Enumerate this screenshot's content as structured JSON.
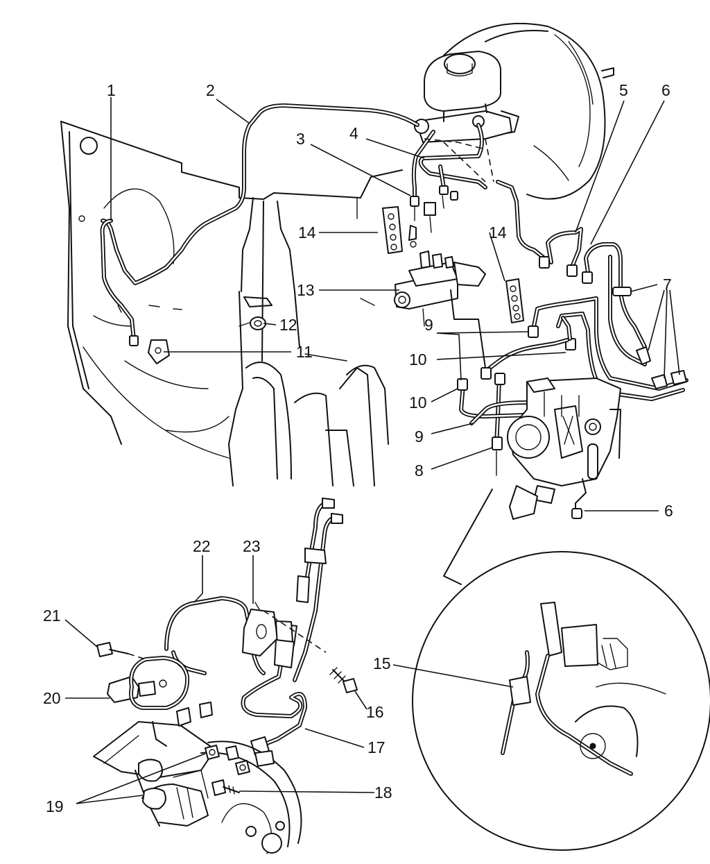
{
  "callouts": {
    "c1": "1",
    "c2": "2",
    "c3": "3",
    "c4": "4",
    "c5": "5",
    "c6_top": "6",
    "c6_bottom": "6",
    "c7": "7",
    "c8": "8",
    "c9_upper": "9",
    "c9_lower": "9",
    "c10_upper": "10",
    "c10_lower": "10",
    "c11": "11",
    "c12": "12",
    "c13": "13",
    "c14_left": "14",
    "c14_right": "14",
    "c15": "15",
    "c16": "16",
    "c17": "17",
    "c18": "18",
    "c19": "19",
    "c20": "20",
    "c21": "21",
    "c22": "22",
    "c23": "23"
  },
  "colors": {
    "ink": "#111111",
    "paper": "#ffffff"
  }
}
